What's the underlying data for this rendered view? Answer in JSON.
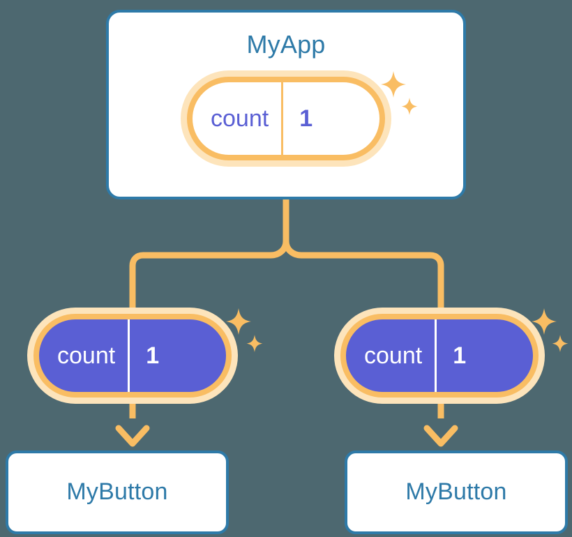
{
  "theme": {
    "background": "#4d6870",
    "card_border": "#2e7aa8",
    "card_fill": "#ffffff",
    "title_text": "#2e7aa8",
    "pill_border": "#f9bd63",
    "pill_glow": "#fde4bb",
    "pill_fill_child": "#5a5fd4",
    "pill_text_light": "#5a5fd4",
    "pill_text_child": "#ffffff",
    "wire": "#f9bd63",
    "sparkle": "#f9bd63"
  },
  "diagram": {
    "type": "component-state-propagation-tree",
    "root": {
      "name": "root-component",
      "title": "MyApp",
      "state": {
        "key": "count",
        "value": "1"
      },
      "sparkle_badge": "sparkles-icon"
    },
    "children": [
      {
        "name": "child-left",
        "title": "MyButton",
        "state": {
          "key": "count",
          "value": "1"
        },
        "sparkle_badge": "sparkles-icon"
      },
      {
        "name": "child-right",
        "title": "MyButton",
        "state": {
          "key": "count",
          "value": "1"
        },
        "sparkle_badge": "sparkles-icon"
      }
    ],
    "edges": [
      {
        "name": "root-to-branch",
        "style": "orange-tree-connector"
      },
      {
        "name": "left-pill-to-left-button",
        "style": "orange-arrow"
      },
      {
        "name": "right-pill-to-right-button",
        "style": "orange-arrow"
      }
    ]
  }
}
